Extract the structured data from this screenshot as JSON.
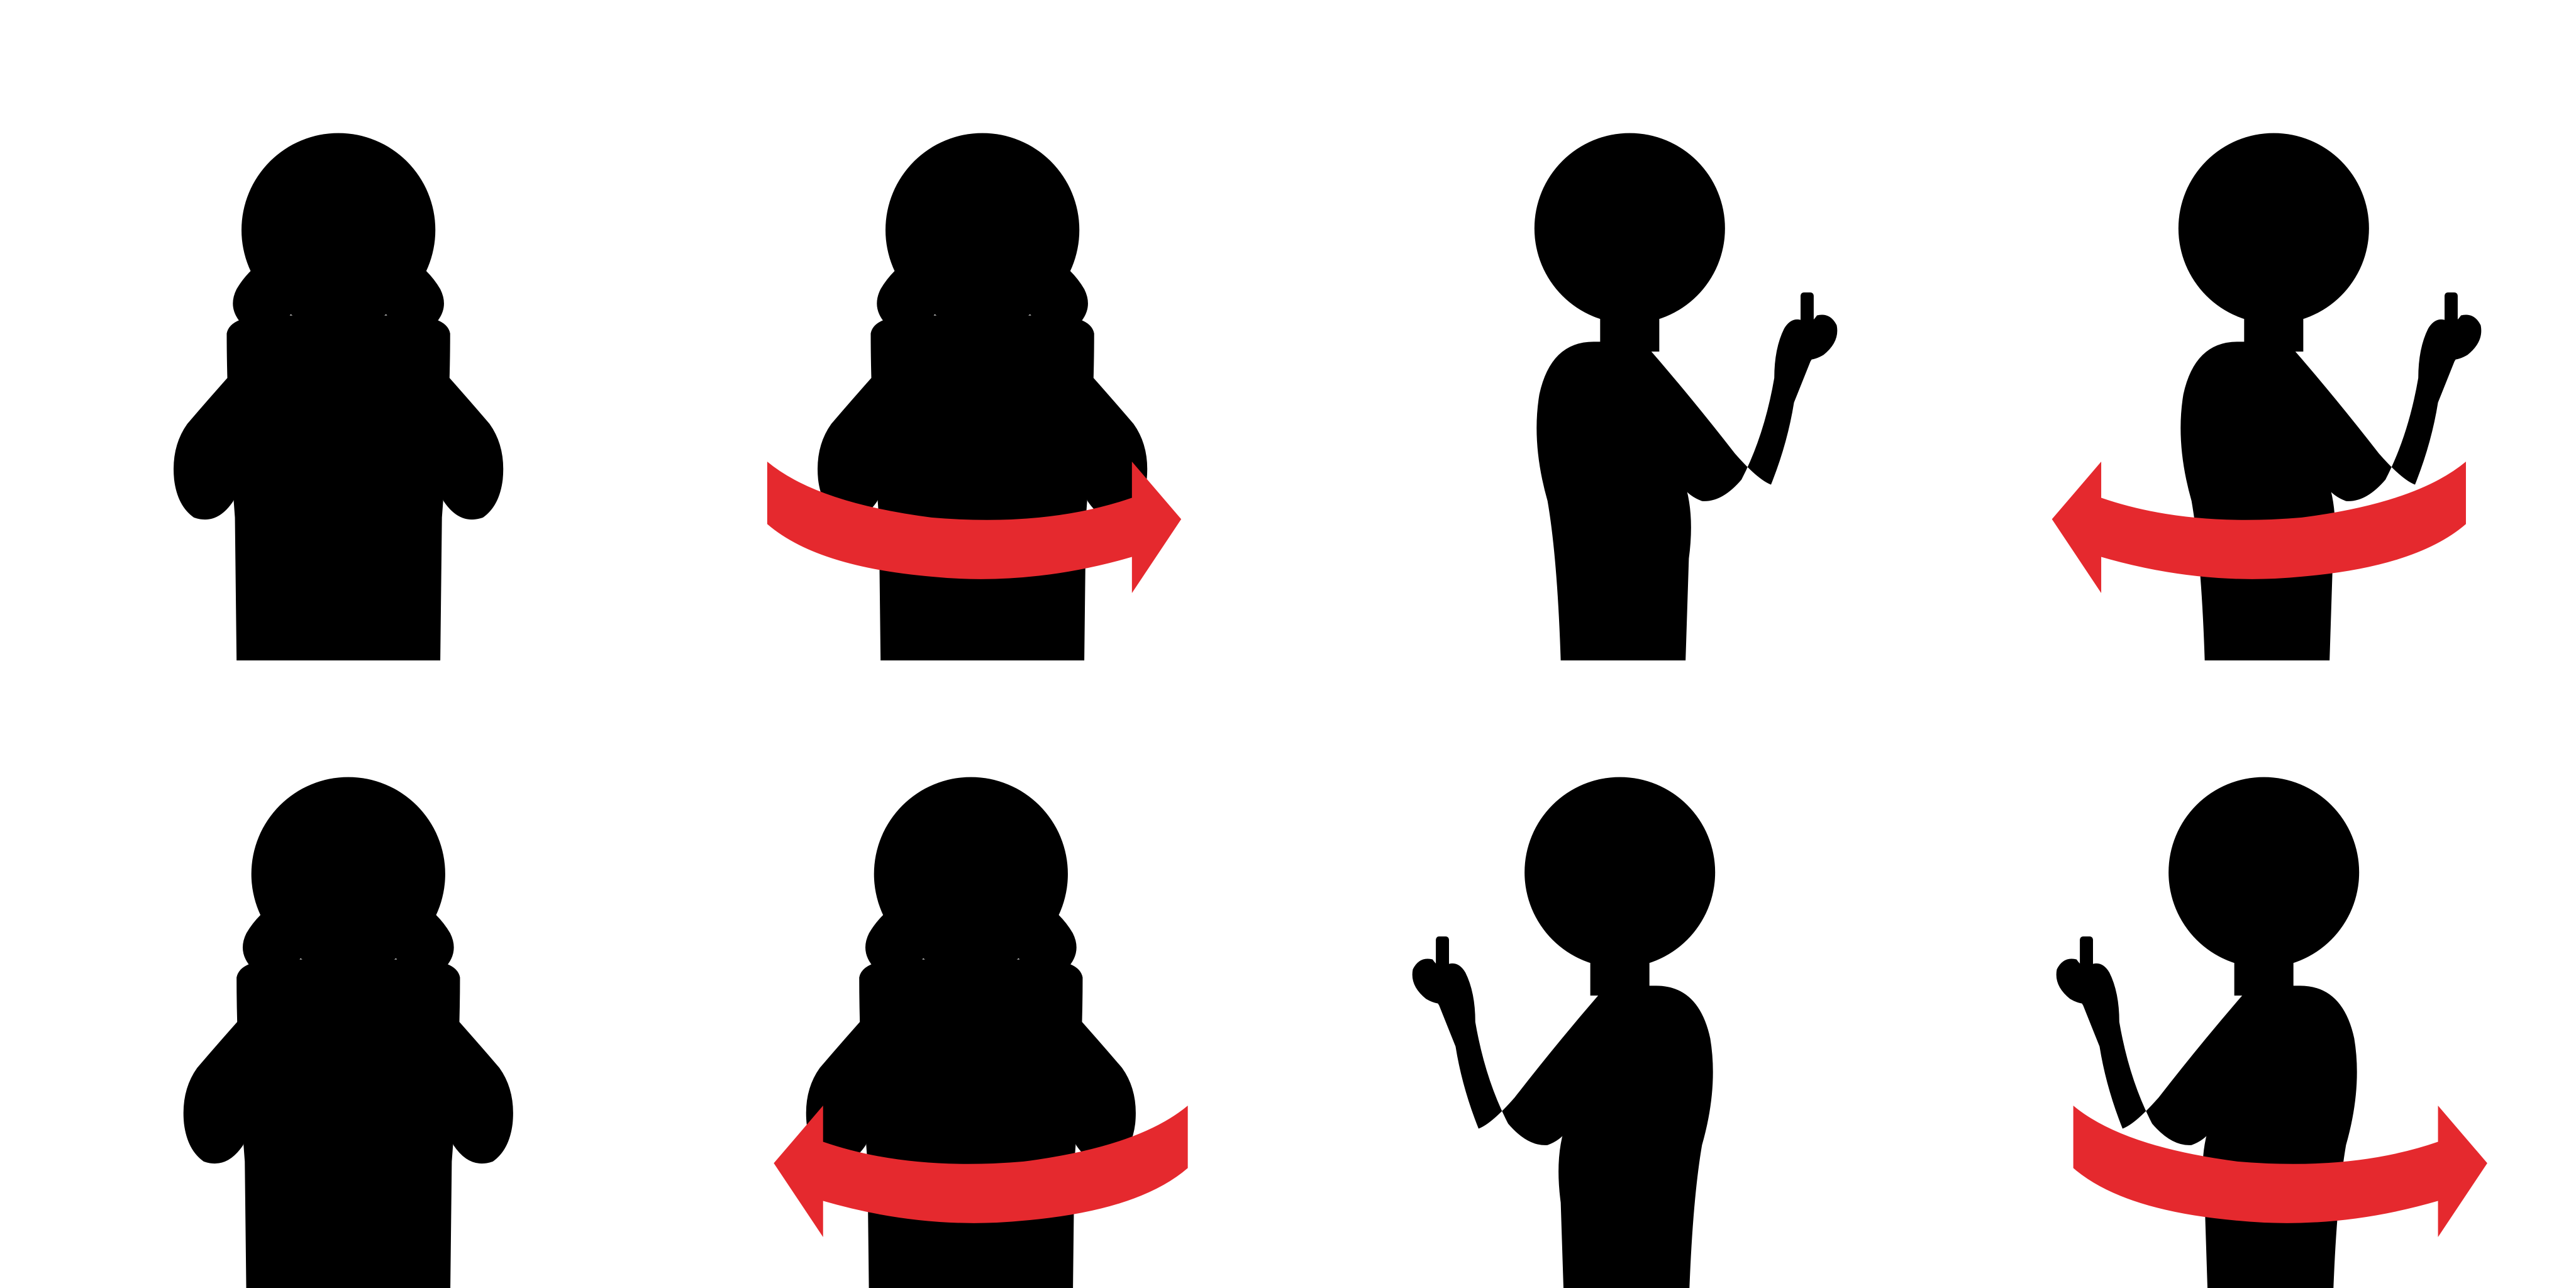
{
  "scene": {
    "description_free": true,
    "background_color": "#ffffff",
    "figure_color": "#acacac",
    "outline_color": "#d6d6d6",
    "device_color": "#6a6a6a",
    "arrow_color": "#e5292e"
  },
  "panels": [
    {
      "id": "r1c1",
      "pose": "front-holding-device",
      "arrow": "none"
    },
    {
      "id": "r1c2",
      "pose": "front-holding-device",
      "arrow": "rotate-right"
    },
    {
      "id": "r1c3",
      "pose": "side-facing-left-handheld",
      "arrow": "none"
    },
    {
      "id": "r1c4",
      "pose": "side-facing-left-handheld",
      "arrow": "rotate-left"
    },
    {
      "id": "r2c1",
      "pose": "front-holding-device",
      "arrow": "none"
    },
    {
      "id": "r2c2",
      "pose": "front-holding-device",
      "arrow": "rotate-left"
    },
    {
      "id": "r2c3",
      "pose": "side-facing-right-handheld",
      "arrow": "none"
    },
    {
      "id": "r2c4",
      "pose": "side-facing-right-handheld",
      "arrow": "rotate-right"
    }
  ]
}
